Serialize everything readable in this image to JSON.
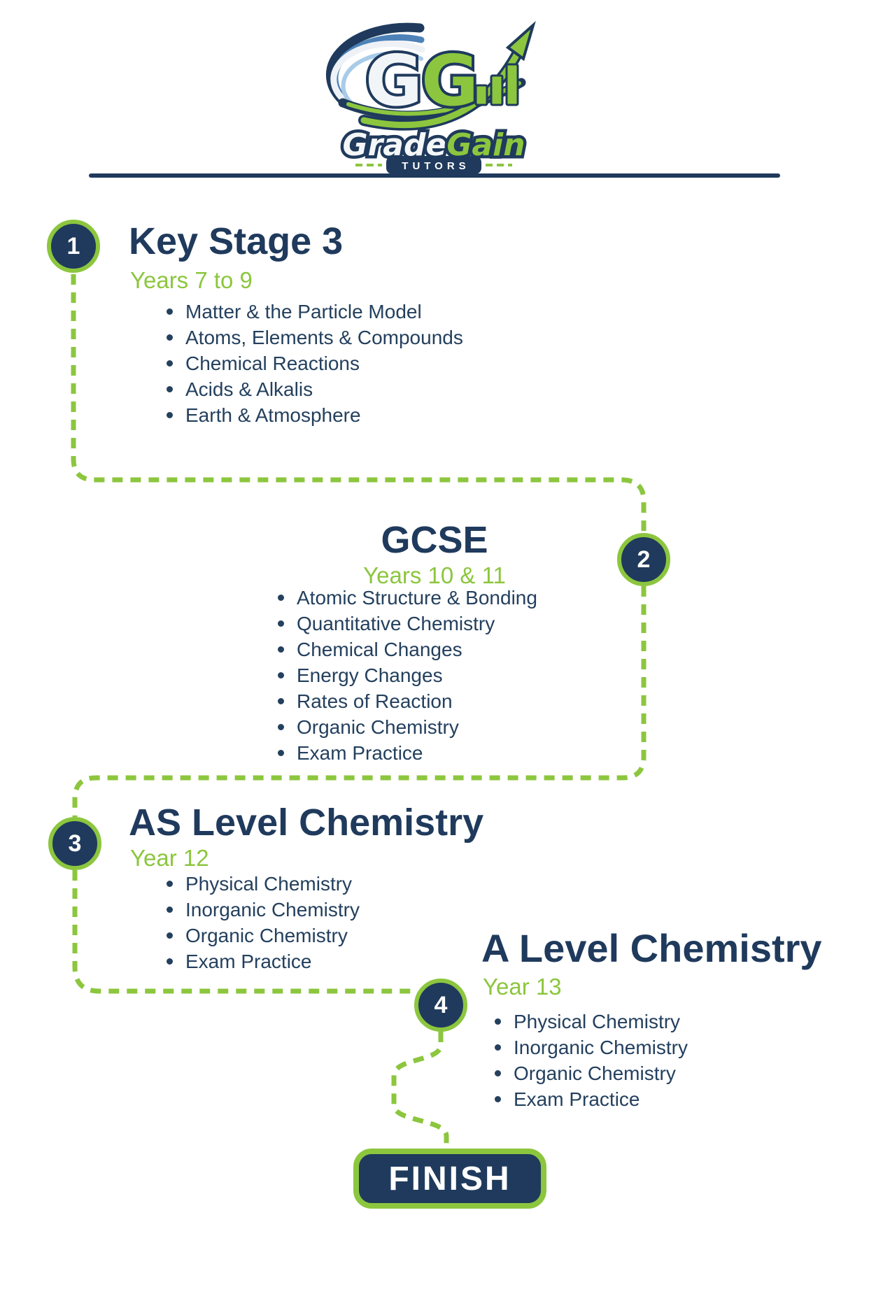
{
  "logo": {
    "gg_left": "G",
    "gg_right": "G",
    "brand_part1": "Grade",
    "brand_part2": "Gain",
    "tagline": "TUTORS"
  },
  "colors": {
    "navy": "#1f3a5c",
    "green": "#8cc63e",
    "white": "#ffffff",
    "steel_blue": "#4d82b8",
    "light_blue": "#a8cbe8"
  },
  "stages": [
    {
      "number": "1",
      "title": "Key Stage 3",
      "subtitle": "Years 7 to 9",
      "items": [
        "Matter & the Particle Model",
        "Atoms, Elements & Compounds",
        "Chemical Reactions",
        "Acids & Alkalis",
        "Earth & Atmosphere"
      ]
    },
    {
      "number": "2",
      "title": "GCSE",
      "subtitle": "Years 10 & 11",
      "items": [
        "Atomic Structure & Bonding",
        "Quantitative Chemistry",
        "Chemical Changes",
        "Energy Changes",
        "Rates of Reaction",
        "Organic Chemistry",
        "Exam Practice"
      ]
    },
    {
      "number": "3",
      "title": "AS Level Chemistry",
      "subtitle": "Year 12",
      "items": [
        "Physical Chemistry",
        "Inorganic Chemistry",
        "Organic Chemistry",
        "Exam Practice"
      ]
    },
    {
      "number": "4",
      "title": "A Level Chemistry",
      "subtitle": "Year 13",
      "items": [
        "Physical Chemistry",
        "Inorganic Chemistry",
        "Organic Chemistry",
        "Exam Practice"
      ]
    }
  ],
  "finish": {
    "label": "FINISH"
  }
}
